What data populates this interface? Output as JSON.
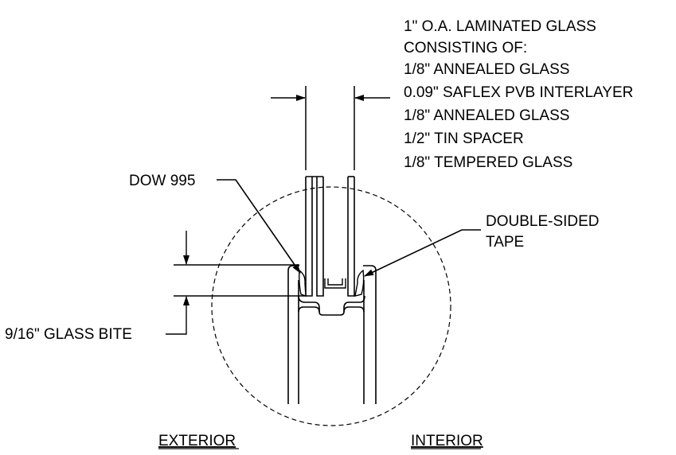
{
  "glass_spec": {
    "lines": [
      "1\" O.A. LAMINATED GLASS",
      "CONSISTING OF:",
      "1/8\" ANNEALED GLASS",
      "0.09\" SAFLEX PVB INTERLAYER",
      "1/8\" ANNEALED GLASS",
      "1/2\" TIN SPACER",
      "1/8\" TEMPERED GLASS"
    ]
  },
  "callouts": {
    "sealant": "DOW 995",
    "tape_line1": "DOUBLE-SIDED",
    "tape_line2": "TAPE",
    "glass_bite": "9/16\" GLASS BITE"
  },
  "sides": {
    "exterior": "EXTERIOR",
    "interior": "INTERIOR"
  }
}
